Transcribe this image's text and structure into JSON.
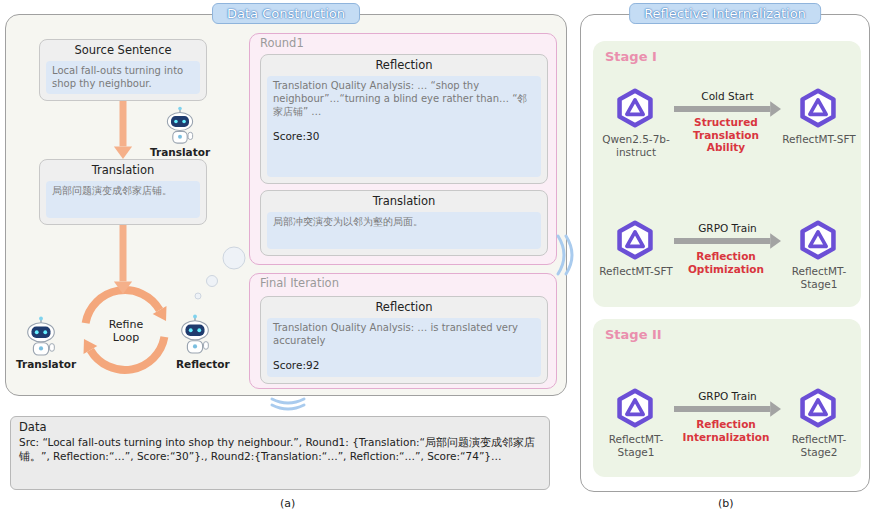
{
  "diagram": {
    "nodes": [
      {
        "text": [
          "Data Construction"
        ]
      },
      {
        "text": [
          "Source Sentence",
          "Local fall-outs turning into shop thy neighbour."
        ],
        "in": 0
      },
      {
        "text": [
          "Translation",
          "局部问题演变成邻家店铺。"
        ],
        "in": 0
      },
      {
        "text": [
          "Refine Loop"
        ],
        "in": 0
      },
      {
        "text": [
          "Round1"
        ],
        "in": 0
      },
      {
        "text": [
          "Reflection",
          "Translation Quality Analysis: … “shop thy neighbour”…“turning a blind eye rather than… “邻家店铺” …",
          "Score:30"
        ],
        "in": 4
      },
      {
        "text": [
          "Translation",
          "局部冲突演变为以邻为壑的局面。"
        ],
        "in": 4
      },
      {
        "text": [
          "Final Iteration"
        ],
        "in": 0
      },
      {
        "text": [
          "Reflection",
          "Translation Quality Analysis: … is translated very accurately",
          "Score:92"
        ],
        "in": 7
      },
      {
        "text": [
          "Data",
          "Src: “Local fall-outs turning into shop thy neighbour.”, Round1: {Translation:“局部问题演变成邻家店铺。”, Reflection:“…”, Score:“30”}., Round2:{Translation:“…”, Reflction:“…”, Score:“74”}…"
        ]
      },
      {
        "text": [
          "Reflective Internalization"
        ]
      },
      {
        "text": [
          "Stage I"
        ],
        "in": 10
      },
      {
        "text": [
          "Qwen2.5-7b-instruct"
        ],
        "in": 11
      },
      {
        "text": [
          "ReflectMT-SFT"
        ],
        "in": 11
      },
      {
        "text": [
          "ReflectMT-SFT"
        ],
        "in": 11
      },
      {
        "text": [
          "ReflectMT-Stage1"
        ],
        "in": 11
      },
      {
        "text": [
          "Stage II"
        ],
        "in": 10
      },
      {
        "text": [
          "ReflectMT-Stage1"
        ],
        "in": 16
      },
      {
        "text": [
          "ReflectMT-Stage2"
        ],
        "in": 16
      }
    ],
    "edges": [
      {
        "from": 1,
        "to": 2,
        "arrow": "to"
      },
      {
        "from": 2,
        "to": 3,
        "arrow": "to"
      },
      {
        "from": 12,
        "to": 13,
        "label": "Cold Start",
        "arrow": "to"
      },
      {
        "from": 14,
        "to": 15,
        "label": "GRPO Train",
        "arrow": "to"
      },
      {
        "from": 17,
        "to": 18,
        "label": "GRPO Train",
        "arrow": "to"
      }
    ],
    "labels": [
      "Translator",
      "Translator",
      "Reflector",
      "Structured Translation Ability",
      "Reflection Optimization",
      "Reflection Internalization",
      "(a)",
      "(b)"
    ]
  }
}
